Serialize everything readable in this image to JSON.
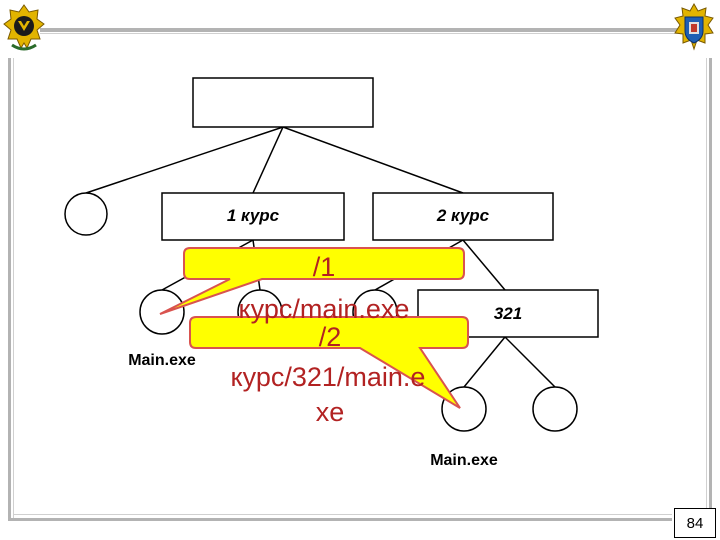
{
  "page_number": "84",
  "colors": {
    "callout_fill": "#ffff00",
    "callout_border": "#d9534f",
    "path_text": "#b22222"
  },
  "tree": {
    "dir1": "1 курс",
    "dir2": "2 курс",
    "dir3": "321",
    "file1": "Main.exe",
    "file2": "Main.exe"
  },
  "callouts": {
    "path1_line1": "/1",
    "path1_line2": "курс/main.exe",
    "path2_line1": "/2",
    "path2_line2": "курс/321/main.e",
    "path2_line3": "xe"
  },
  "icons": {
    "left_emblem": "military-emblem-icon",
    "right_emblem": "academy-emblem-icon"
  }
}
